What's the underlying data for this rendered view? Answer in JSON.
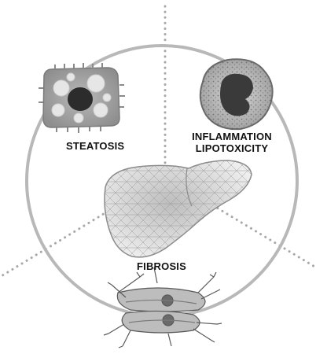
{
  "labels": {
    "steatosis": "STEATOSIS",
    "inflammation_line1": "INFLAMMATION",
    "inflammation_line2": "LIPOTOXICITY",
    "fibrosis": "FIBROSIS"
  },
  "icons": {
    "hepatocyte": "fat-laden-hepatocyte-icon",
    "immune_cell": "inflammatory-cell-icon",
    "liver": "liver-mesh-icon",
    "stellate": "activated-stellate-cell-icon"
  },
  "colors": {
    "circle": "#b8b8b8",
    "dots": "#a8a8a8",
    "text": "#111111"
  }
}
